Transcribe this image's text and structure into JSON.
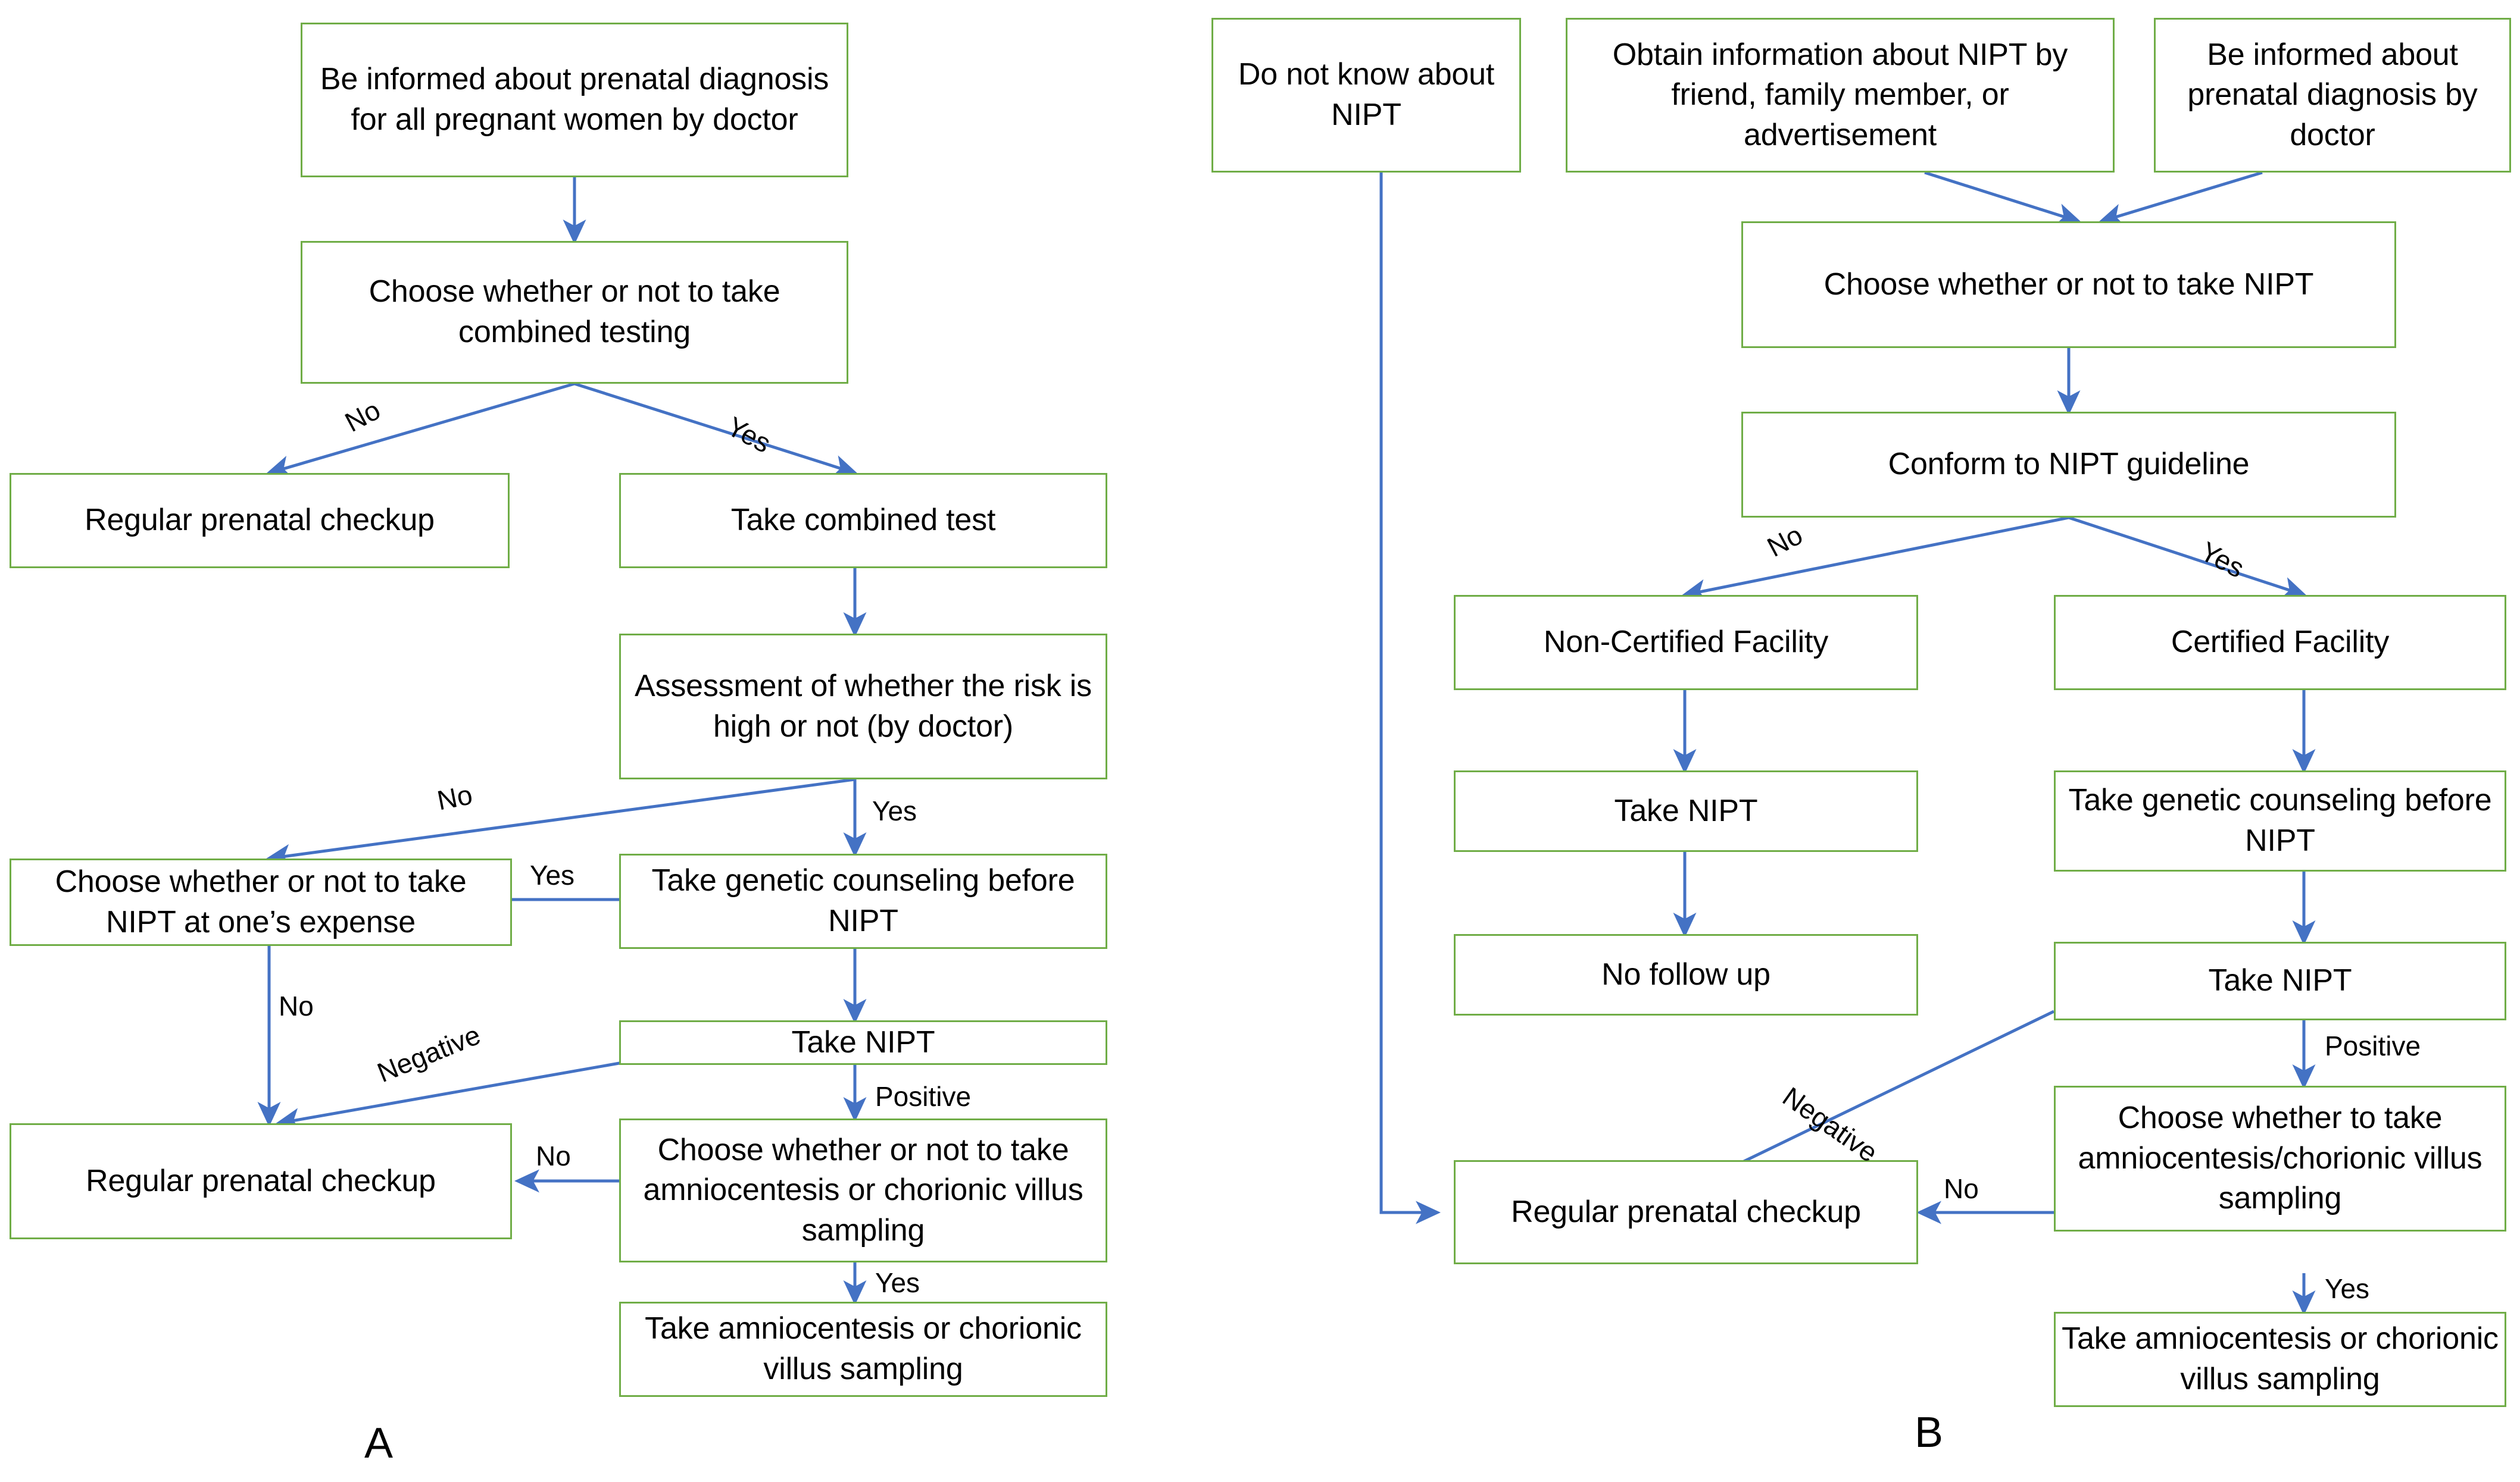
{
  "figure": {
    "panels": [
      {
        "id": "A",
        "label": "A",
        "nodes": [
          {
            "id": "a1",
            "text": "Be informed about prenatal diagnosis for all pregnant women by doctor"
          },
          {
            "id": "a2",
            "text": "Choose whether or not to take combined testing"
          },
          {
            "id": "a3",
            "text": "Regular prenatal checkup"
          },
          {
            "id": "a4",
            "text": "Take combined test"
          },
          {
            "id": "a5",
            "text": "Assessment of whether the risk is high or not (by doctor)"
          },
          {
            "id": "a6",
            "text": "Choose whether or not to take NIPT at one’s expense"
          },
          {
            "id": "a7",
            "text": "Take genetic counseling before NIPT"
          },
          {
            "id": "a8",
            "text": "Take NIPT"
          },
          {
            "id": "a9",
            "text": "Regular prenatal checkup"
          },
          {
            "id": "a10",
            "text": "Choose whether or not to take amniocentesis or chorionic villus sampling"
          },
          {
            "id": "a11",
            "text": "Take amniocentesis or chorionic villus sampling"
          }
        ],
        "edges": [
          {
            "from": "a1",
            "to": "a2",
            "label": ""
          },
          {
            "from": "a2",
            "to": "a3",
            "label": "No"
          },
          {
            "from": "a2",
            "to": "a4",
            "label": "Yes"
          },
          {
            "from": "a4",
            "to": "a5",
            "label": ""
          },
          {
            "from": "a5",
            "to": "a6",
            "label": "No"
          },
          {
            "from": "a5",
            "to": "a7",
            "label": "Yes"
          },
          {
            "from": "a6",
            "to": "a7",
            "label": "Yes"
          },
          {
            "from": "a6",
            "to": "a9",
            "label": "No"
          },
          {
            "from": "a7",
            "to": "a8",
            "label": ""
          },
          {
            "from": "a8",
            "to": "a9",
            "label": "Negative"
          },
          {
            "from": "a8",
            "to": "a10",
            "label": "Positive"
          },
          {
            "from": "a10",
            "to": "a9",
            "label": "No"
          },
          {
            "from": "a10",
            "to": "a11",
            "label": "Yes"
          }
        ]
      },
      {
        "id": "B",
        "label": "B",
        "nodes": [
          {
            "id": "b1",
            "text": "Do not know about NIPT"
          },
          {
            "id": "b2",
            "text": "Obtain information about NIPT by friend, family member, or advertisement"
          },
          {
            "id": "b3",
            "text": "Be informed about prenatal diagnosis by doctor"
          },
          {
            "id": "b4",
            "text": "Choose whether or not to take NIPT"
          },
          {
            "id": "b5",
            "text": "Conform to NIPT guideline"
          },
          {
            "id": "b6",
            "text": "Non-Certified Facility"
          },
          {
            "id": "b7",
            "text": "Certified Facility"
          },
          {
            "id": "b8",
            "text": "Take NIPT"
          },
          {
            "id": "b9",
            "text": "Take genetic counseling before NIPT"
          },
          {
            "id": "b10",
            "text": "No follow up"
          },
          {
            "id": "b11",
            "text": "Take NIPT"
          },
          {
            "id": "b12",
            "text": "Regular prenatal checkup"
          },
          {
            "id": "b13",
            "text": "Choose whether to  take amniocentesis/chorionic villus sampling"
          },
          {
            "id": "b14",
            "text": "Take amniocentesis or chorionic villus sampling"
          }
        ],
        "edges": [
          {
            "from": "b1",
            "to": "b12",
            "label": ""
          },
          {
            "from": "b2",
            "to": "b4",
            "label": ""
          },
          {
            "from": "b3",
            "to": "b4",
            "label": ""
          },
          {
            "from": "b4",
            "to": "b5",
            "label": ""
          },
          {
            "from": "b5",
            "to": "b6",
            "label": "No"
          },
          {
            "from": "b5",
            "to": "b7",
            "label": "Yes"
          },
          {
            "from": "b6",
            "to": "b8",
            "label": ""
          },
          {
            "from": "b8",
            "to": "b10",
            "label": ""
          },
          {
            "from": "b7",
            "to": "b9",
            "label": ""
          },
          {
            "from": "b9",
            "to": "b11",
            "label": ""
          },
          {
            "from": "b11",
            "to": "b12",
            "label": "Negative"
          },
          {
            "from": "b11",
            "to": "b13",
            "label": "Positive"
          },
          {
            "from": "b13",
            "to": "b12",
            "label": "No"
          },
          {
            "from": "b13",
            "to": "b14",
            "label": "Yes"
          }
        ]
      }
    ],
    "edge_labels": {
      "no": "No",
      "yes": "Yes",
      "negative": "Negative",
      "positive": "Positive"
    },
    "colors": {
      "node_border": "#70AD47",
      "node_fill": "#FFFFFF",
      "arrow": "#4472C4",
      "text": "#000000",
      "background": "#FFFFFF"
    }
  }
}
